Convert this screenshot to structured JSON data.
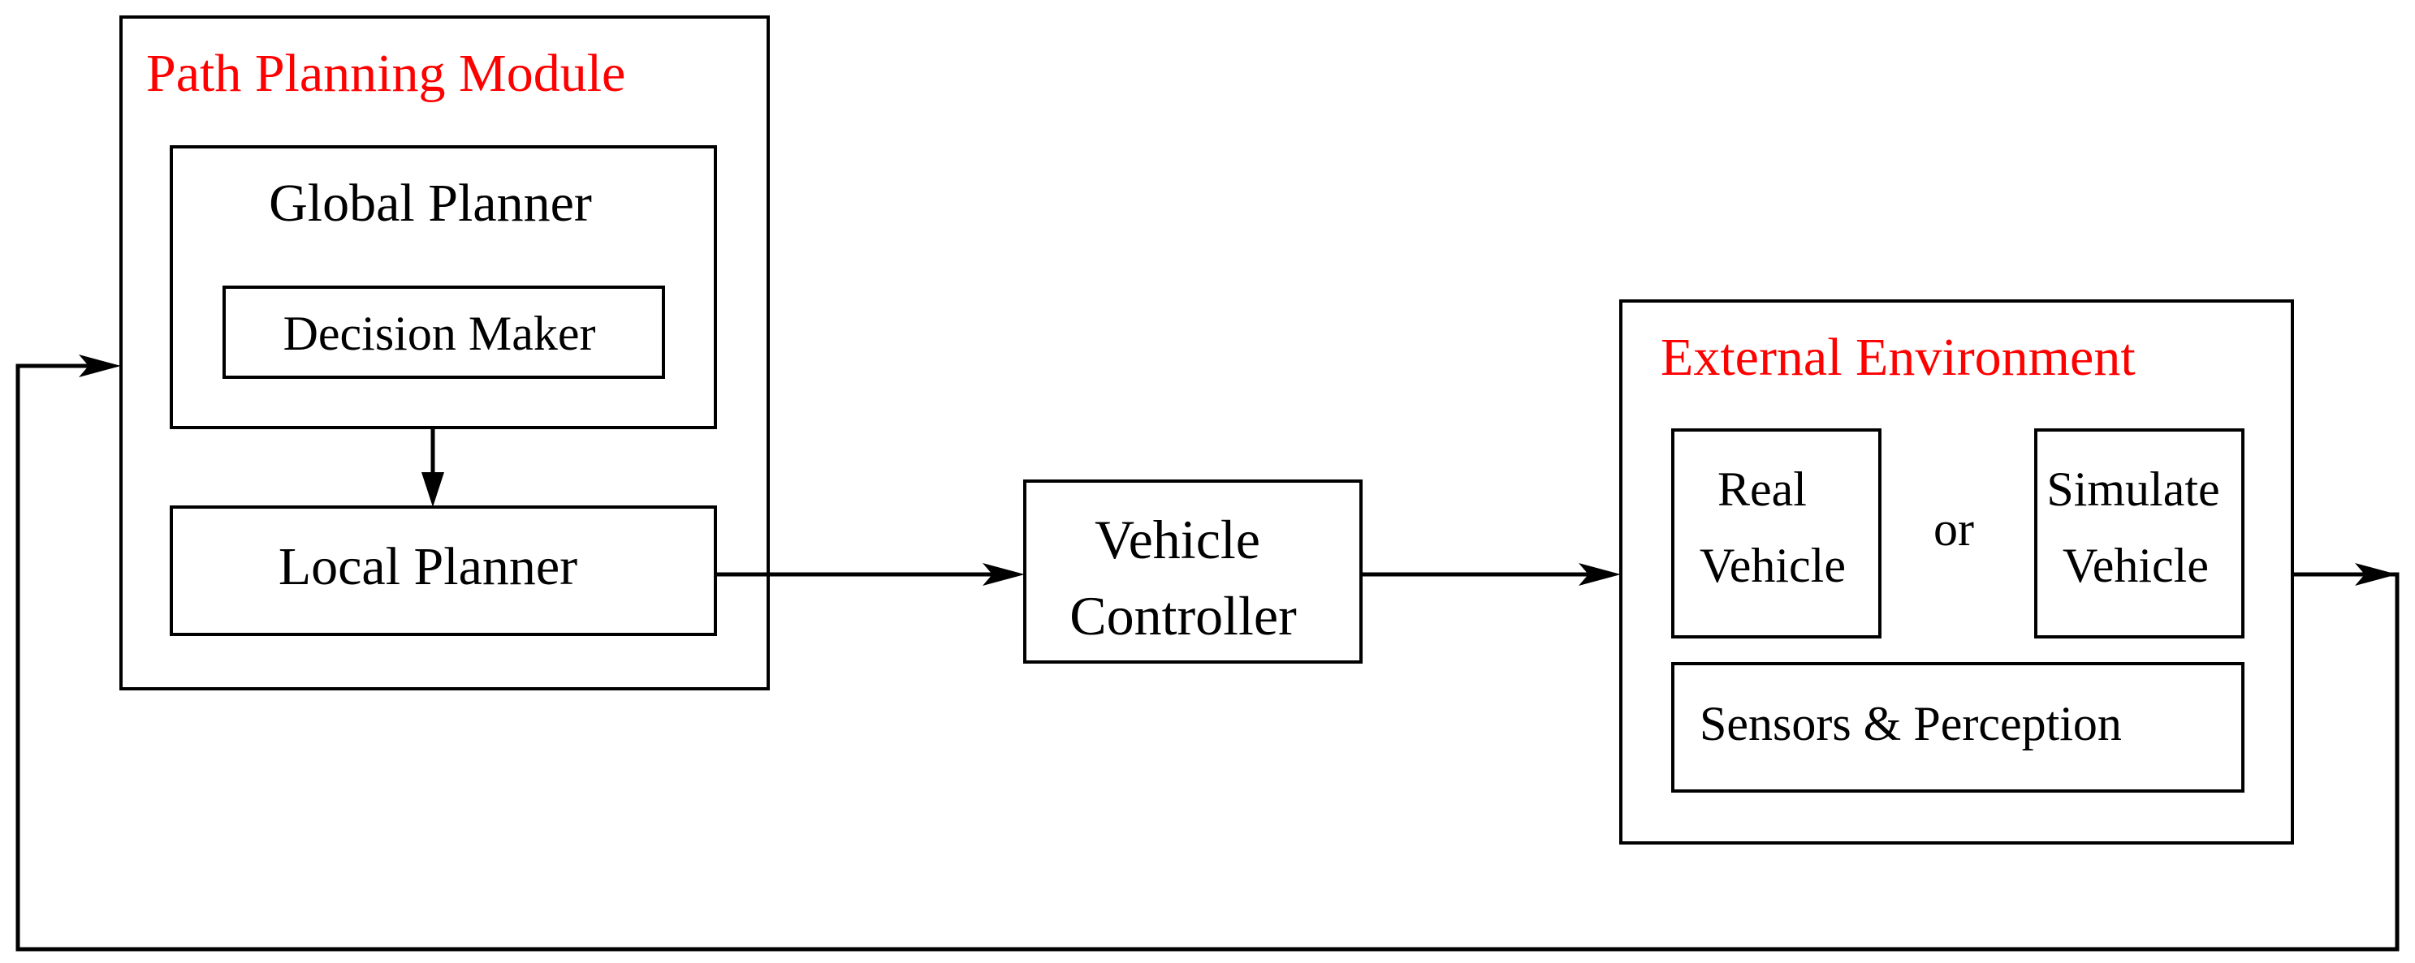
{
  "colors": {
    "title": "#ff0000",
    "stroke": "#000000",
    "text": "#000000",
    "background": "#ffffff"
  },
  "path_planning_module": {
    "title": "Path Planning Module",
    "global_planner": {
      "label": "Global Planner",
      "decision_maker": "Decision Maker"
    },
    "local_planner": "Local Planner"
  },
  "vehicle_controller": {
    "line1": "Vehicle",
    "line2": "Controller"
  },
  "external_environment": {
    "title": "External Environment",
    "real_vehicle": {
      "line1": "Real",
      "line2": "Vehicle"
    },
    "or_label": "or",
    "simulate_vehicle": {
      "line1": "Simulate",
      "line2": "Vehicle"
    },
    "sensors": "Sensors & Perception"
  }
}
